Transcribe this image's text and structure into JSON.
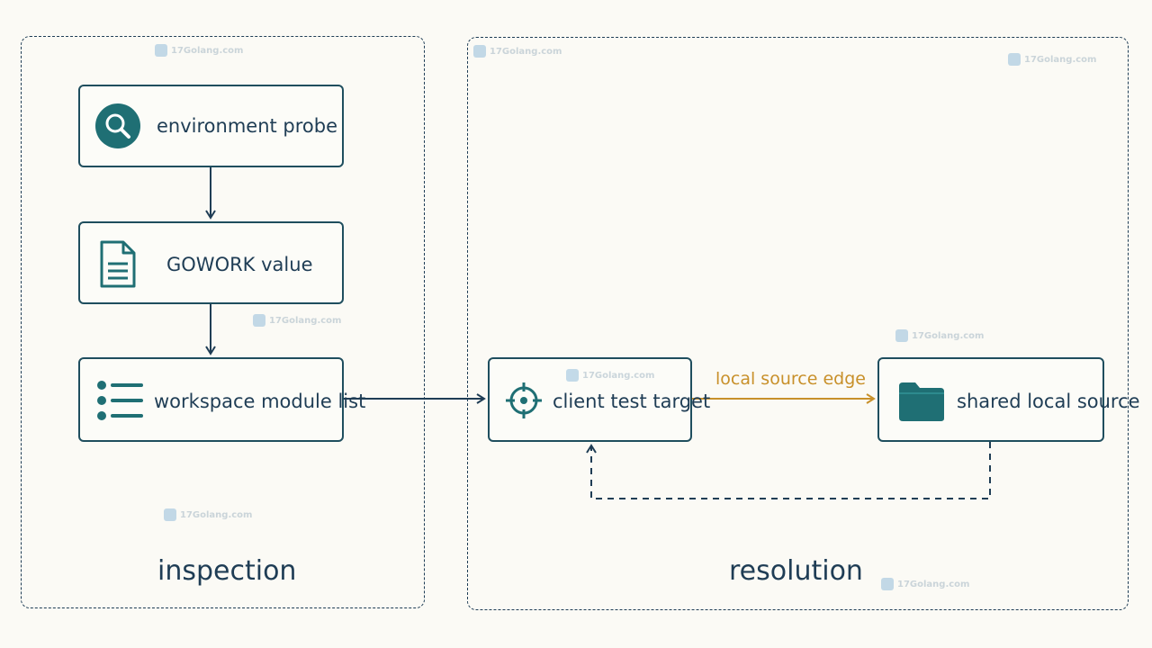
{
  "panels": {
    "inspection": {
      "title": "inspection"
    },
    "resolution": {
      "title": "resolution"
    }
  },
  "nodes": {
    "probe": {
      "label": "environment probe",
      "icon": "magnifier-icon"
    },
    "gowork": {
      "label": "GOWORK value",
      "icon": "document-icon"
    },
    "module_list": {
      "label": "workspace module list",
      "icon": "list-icon"
    },
    "client": {
      "label": "client test target",
      "icon": "target-icon"
    },
    "shared": {
      "label": "shared local source",
      "icon": "folder-icon"
    }
  },
  "edges": {
    "local_source_edge": {
      "label": "local source edge"
    }
  },
  "watermark": {
    "text": "17Golang.com"
  },
  "colors": {
    "ink": "#1f3d55",
    "teal": "#1f6f74",
    "accent_orange": "#c8902a",
    "background": "#fbfaf5"
  }
}
